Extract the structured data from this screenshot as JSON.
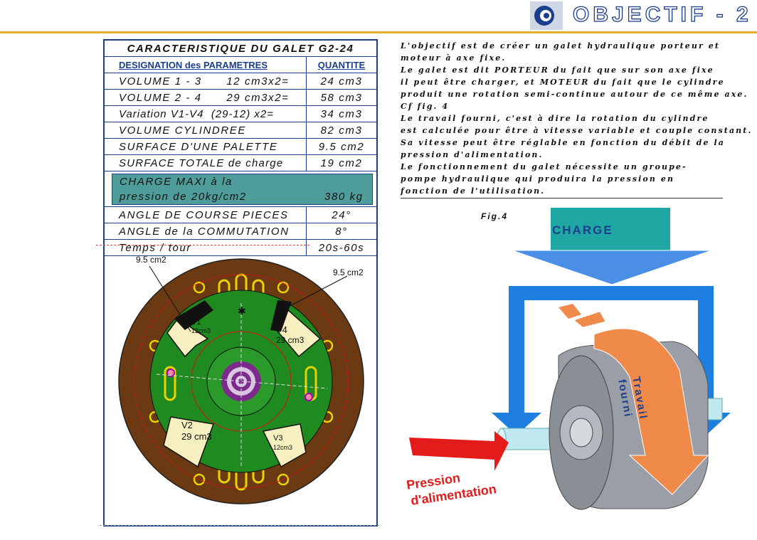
{
  "header": {
    "title": "OBJECTIF - 2"
  },
  "table": {
    "title": "CARACTERISTIQUE DU GALET G2-24",
    "col_designation": "DESIGNATION des PARAMETRES",
    "col_quantite": "QUANTITE",
    "rows": [
      {
        "label": "VOLUME 1 - 3      12 cm3x2=",
        "value": "24 cm3"
      },
      {
        "label": "VOLUME 2 - 4      29 cm3x2=",
        "value": "58 cm3"
      },
      {
        "label": "Variation V1-V4  (29-12) x2=",
        "value": "34 cm3"
      },
      {
        "label": "VOLUME CYLINDREE",
        "value": "82 cm3"
      },
      {
        "label": "SURFACE D'UNE PALETTE",
        "value": "9.5 cm2"
      },
      {
        "label": "SURFACE TOTALE de charge",
        "value": "19 cm2"
      }
    ],
    "charge_line1": "CHARGE MAXI à  la",
    "charge_line2": "pression de 20kg/cm2",
    "charge_value": "380 kg",
    "rows2": [
      {
        "label": "ANGLE DE COURSE PIECES",
        "value": "24°"
      },
      {
        "label": "ANGLE de la COMMUTATION",
        "value": "8°"
      },
      {
        "label": "Temps / tour",
        "value": "20s-60s"
      }
    ]
  },
  "disc": {
    "area_left": "9.5 cm2",
    "area_right": "9.5 cm2",
    "v1": "V1",
    "v1_vol": "12cm3",
    "v4": "V4",
    "v4_vol": "29 cm3",
    "v2": "V2",
    "v2_vol": "29 cm3",
    "v3": "V3",
    "v3_vol": "12cm3"
  },
  "paragraph": [
    "L'objectif est de créer un galet hydraulique porteur et",
    "moteur à axe fixe.",
    "Le galet est dit PORTEUR du fait que sur son axe fixe",
    "il peut être charger, et MOTEUR du fait que le cylindre",
    "produit une rotation semi-continue autour de ce même axe.",
    "Cf fig. 4",
    "Le travail fourni, c'est à dire la rotation du cylindre",
    "est calculée pour être à vitesse variable et couple constant.",
    "Sa vitesse peut être réglable en fonction du débit de la",
    "pression d'alimentation.",
    "Le fonctionnement  du galet nécessite un groupe-",
    "pompe hydraulique qui produira la pression en",
    "fonction de l'utilisation."
  ],
  "figure": {
    "label": "Fig.4",
    "charge": "CHARGE",
    "travail_1": "Travail",
    "travail_2": "fourni",
    "pression_1": "Pression",
    "pression_2": "d'alimentation"
  },
  "colors": {
    "brand_blue": "#1c3f8c",
    "rule_gold": "#e3ae2c",
    "teal": "#4f9d9a",
    "disc_brown": "#6b3a12",
    "disc_green": "#1f8a1f",
    "cream": "#f6efbf",
    "arrow_blue": "#1e7fe0",
    "arrow_orange": "#f08a4b",
    "arrow_red": "#e31b1b"
  }
}
